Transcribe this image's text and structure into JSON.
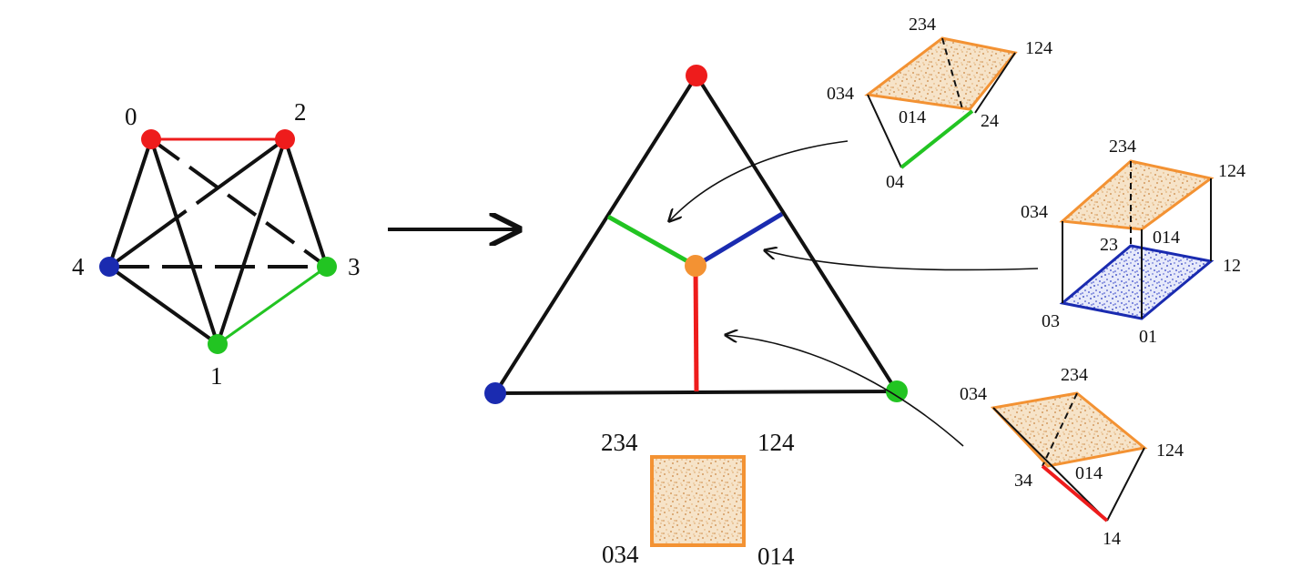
{
  "colors": {
    "red": "#ee1c1c",
    "green": "#22c422",
    "blue": "#1a2bb0",
    "orange": "#f39233",
    "black": "#111111",
    "speckle_orange": "#d9a063",
    "speckle_blue": "#3344cc"
  },
  "graph": {
    "vertex_labels": [
      "0",
      "2",
      "4",
      "3",
      "1"
    ]
  },
  "square": {
    "labels": [
      "234",
      "124",
      "034",
      "014"
    ]
  },
  "polytope_top": {
    "labels": [
      "234",
      "124",
      "034",
      "014",
      "24",
      "04"
    ]
  },
  "polytope_middle": {
    "labels": [
      "234",
      "124",
      "034",
      "23",
      "014",
      "12",
      "03",
      "01"
    ]
  },
  "polytope_bottom": {
    "labels": [
      "034",
      "234",
      "124",
      "34",
      "014",
      "14"
    ]
  }
}
